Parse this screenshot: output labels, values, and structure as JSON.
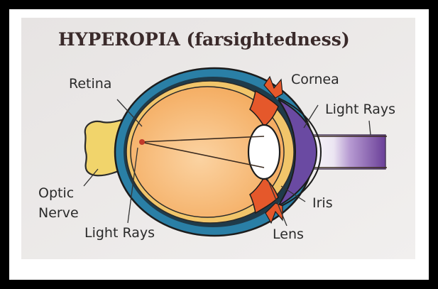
{
  "title": "HYPEROPIA (farsightedness)",
  "labels": {
    "retina": "Retina",
    "cornea": "Cornea",
    "light_rays_right": "Light Rays",
    "optic": "Optic",
    "nerve": "Nerve",
    "light_rays_bottom": "Light Rays",
    "iris": "Iris",
    "lens": "Lens"
  },
  "colors": {
    "frame": "#000000",
    "panel": "#e9e7e6",
    "sclera_outer": "#2a7fa6",
    "eyeball_inner": "#f6b46a",
    "optic_nerve": "#f1d46b",
    "iris": "#e5582b",
    "cornea": "#6a4aa2",
    "lens": "#ffffff",
    "ray_band": "#8a62b6",
    "line": "#3a2a1f"
  }
}
